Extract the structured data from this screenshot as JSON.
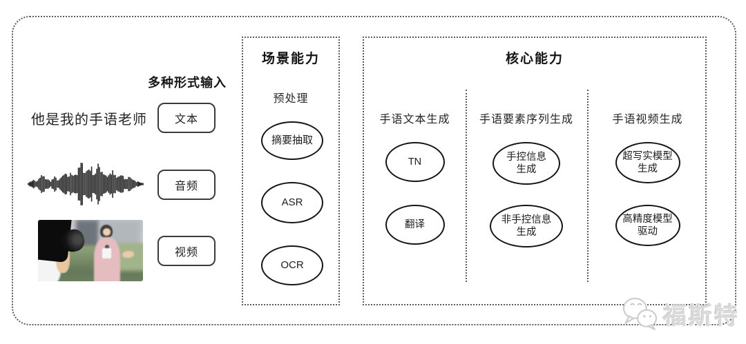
{
  "input_section": {
    "title": "多种形式输入",
    "text_sample": "他是我的手语老师",
    "types": [
      "文本",
      "音频",
      "视频"
    ]
  },
  "scene_panel": {
    "title": "场景能力",
    "subtitle": "预处理",
    "nodes": [
      "摘要抽取",
      "ASR",
      "OCR"
    ]
  },
  "core_panel": {
    "title": "核心能力",
    "columns": [
      {
        "header": "手语文本生成",
        "nodes": [
          "TN",
          "翻译"
        ]
      },
      {
        "header": "手语要素序列生成",
        "nodes": [
          "手控信息\n生成",
          "非手控信息\n生成"
        ]
      },
      {
        "header": "手语视频生成",
        "nodes": [
          "超写实模型\n生成",
          "高精度模型\n驱动"
        ]
      }
    ]
  },
  "watermark": {
    "label": "福斯特",
    "logo": "wechat-chat-bubbles-icon"
  },
  "colors": {
    "ink": "#1f1f1f",
    "dotted_border": "#5a5a5a",
    "watermark_gray": "#dadada"
  }
}
